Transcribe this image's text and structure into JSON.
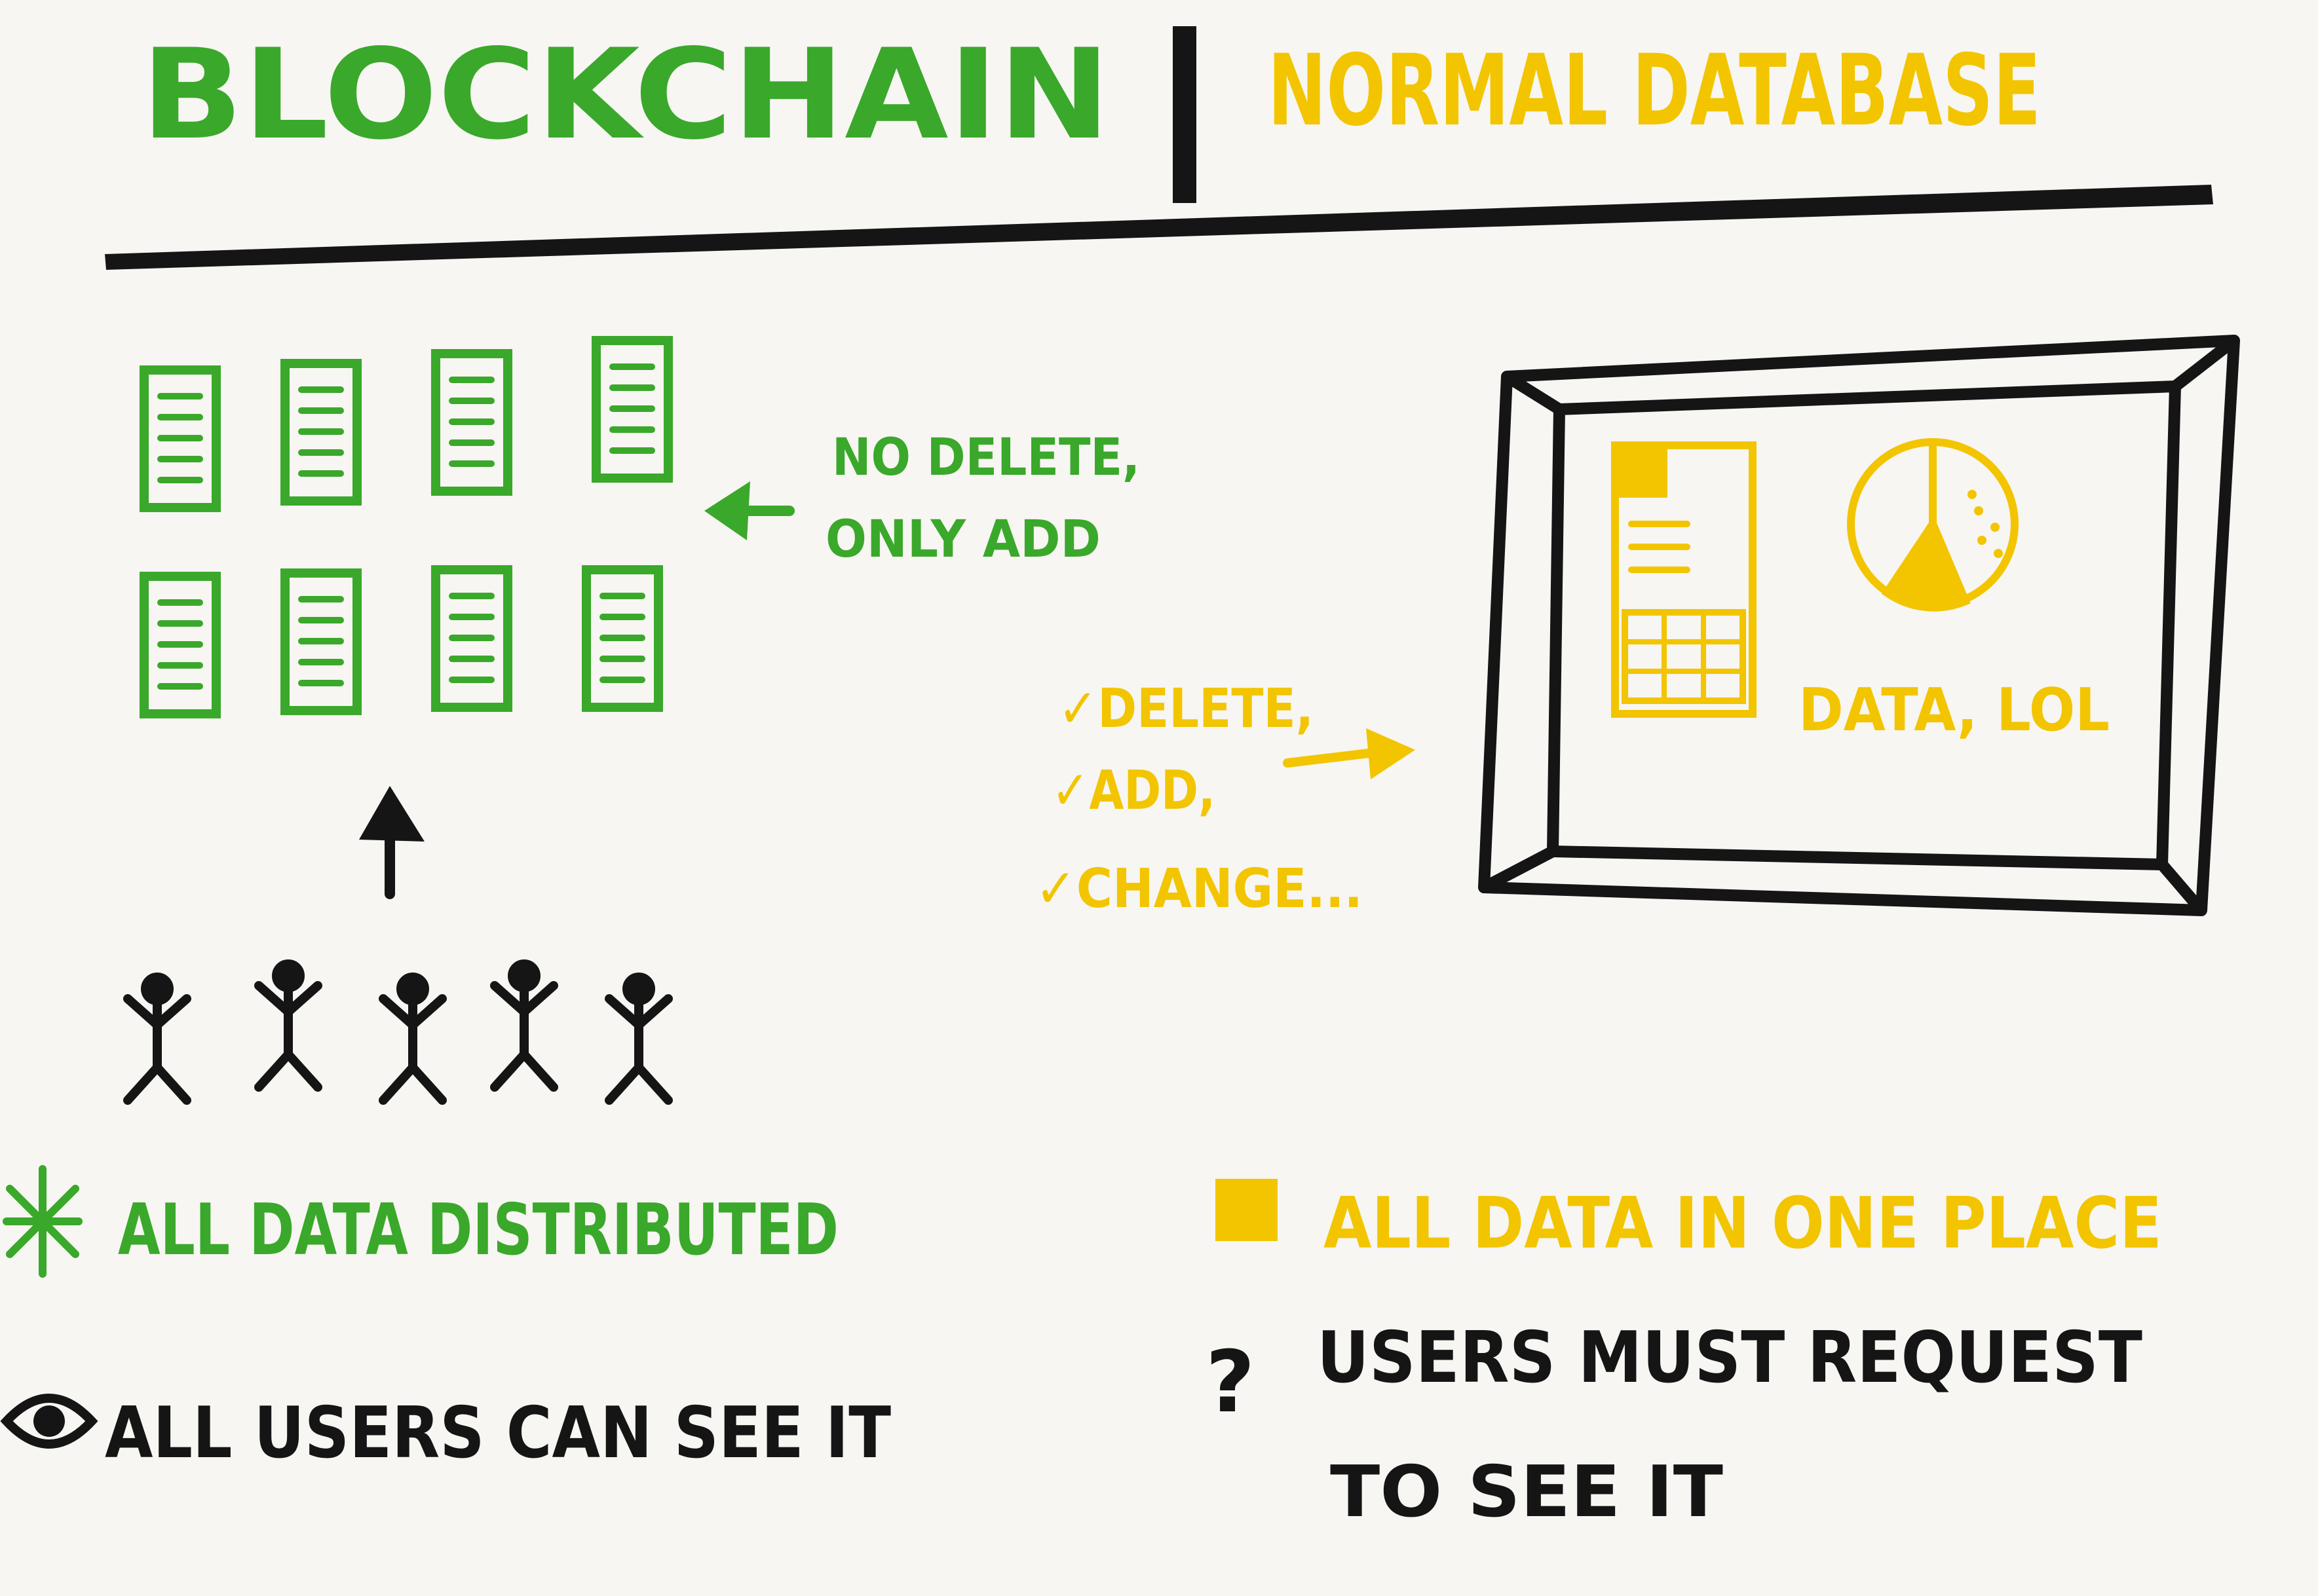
{
  "header": {
    "left_title": "BLOCKCHAIN",
    "right_title": "NORMAL DATABASE"
  },
  "blockchain": {
    "block_count": 8,
    "annotation_line1": "NO DELETE,",
    "annotation_line2": "ONLY ADD",
    "user_count": 5,
    "fact1": "ALL DATA DISTRIBUTED",
    "fact1_icon": "asterisk-icon",
    "fact2": "ALL USERS CAN SEE IT",
    "fact2_icon": "eye-icon"
  },
  "database": {
    "ops_line1": "✓DELETE,",
    "ops_line2": "✓ADD,",
    "ops_line3": "✓CHANGE...",
    "screen_label": "DATA, LOL",
    "fact1": "ALL DATA IN ONE PLACE",
    "fact1_icon": "square-icon",
    "fact2_line1": "USERS MUST REQUEST",
    "fact2_line2": "TO SEE IT",
    "fact2_icon": "question-mark-icon"
  },
  "colors": {
    "green": "#3aa82a",
    "yellow": "#f2c500",
    "ink": "#151515",
    "paper": "#f7f6f2"
  }
}
